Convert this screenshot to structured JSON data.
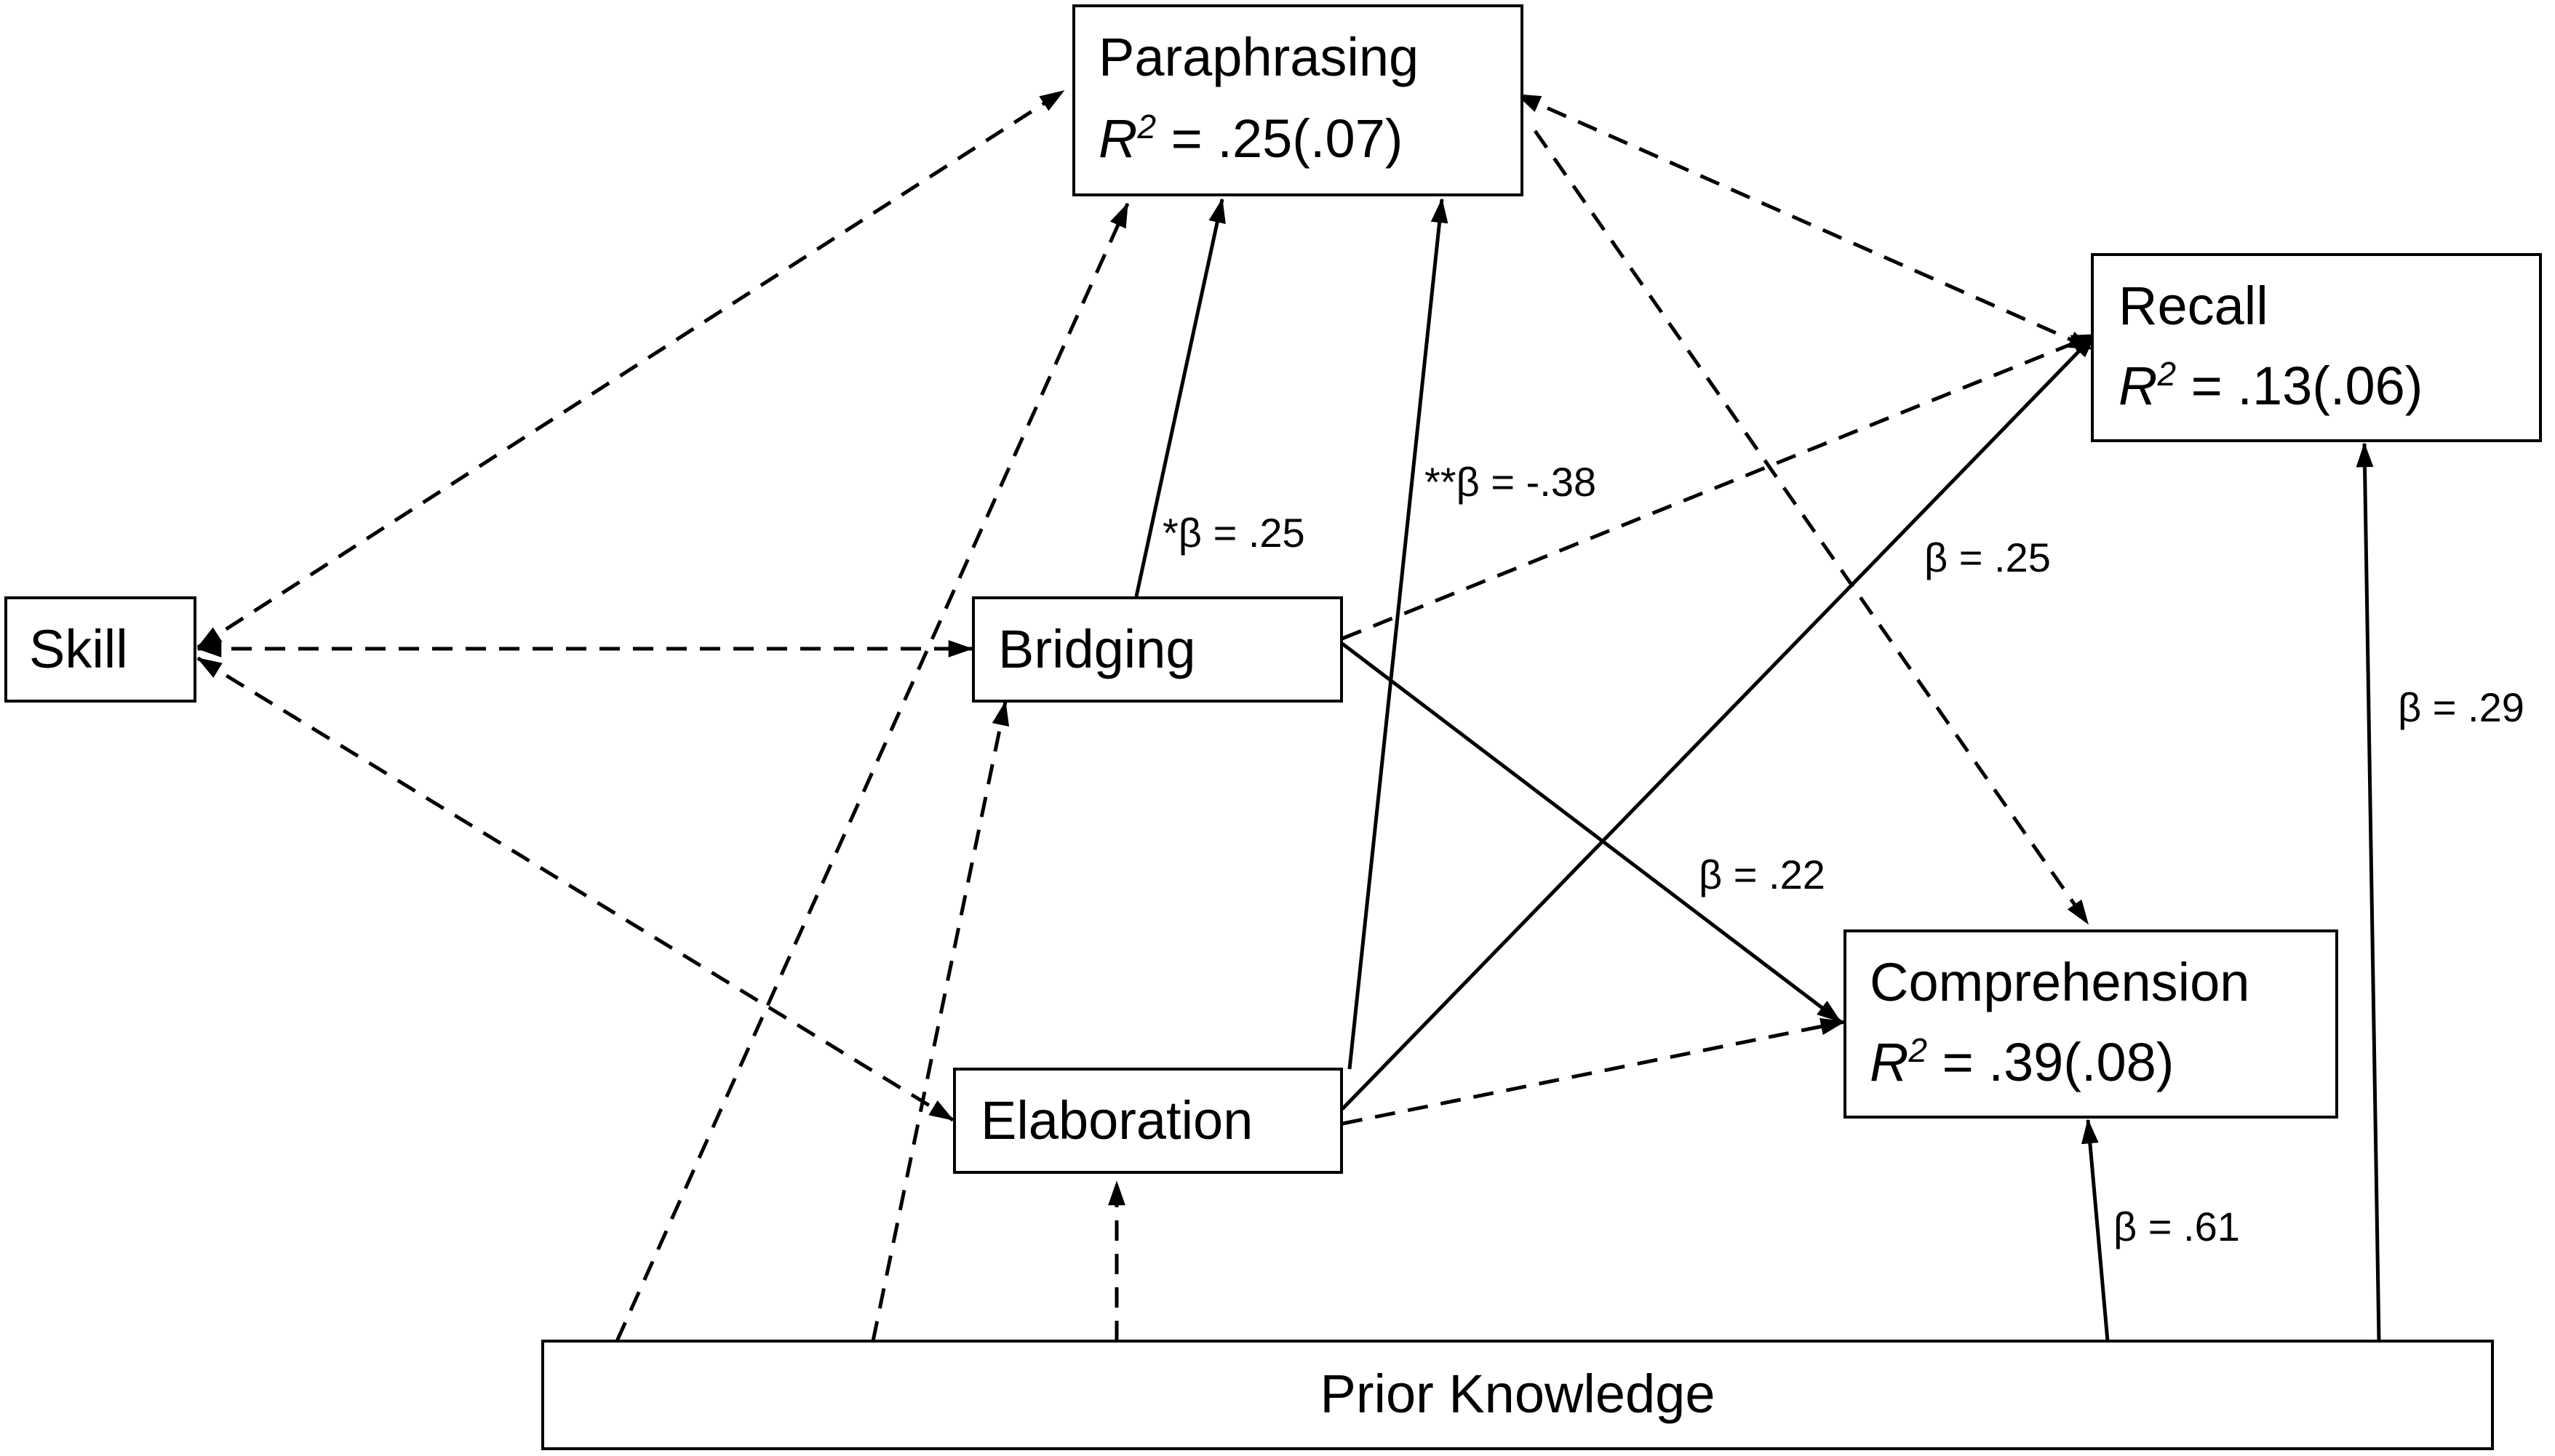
{
  "nodes": {
    "paraphrasing": {
      "label": "Paraphrasing",
      "r2_symbol": "R",
      "r2_superscript": "2",
      "r2_value": " = .25(.07)"
    },
    "recall": {
      "label": "Recall",
      "r2_symbol": "R",
      "r2_superscript": "2",
      "r2_value": " = .13(.06)"
    },
    "skill": {
      "label": "Skill"
    },
    "bridging": {
      "label": "Bridging"
    },
    "elaboration": {
      "label": "Elaboration"
    },
    "comprehension": {
      "label": "Comprehension",
      "r2_symbol": "R",
      "r2_superscript": "2",
      "r2_value": " = .39(.08)"
    },
    "prior_knowledge": {
      "label": "Prior Knowledge"
    }
  },
  "coefficients": {
    "bridging_paraphrasing": "*β = .25",
    "elaboration_paraphrasing": "**β = -.38",
    "elaboration_recall": "β = .25",
    "prior_knowledge_recall": "β = .29",
    "bridging_comprehension": "β = .22",
    "prior_knowledge_comprehension": "β = .61"
  },
  "edges": [
    {
      "from": "skill",
      "to": "paraphrasing",
      "style": "dashed"
    },
    {
      "from": "skill",
      "to": "bridging",
      "style": "dashed"
    },
    {
      "from": "skill",
      "to": "elaboration",
      "style": "dashed"
    },
    {
      "from": "bridging",
      "to": "paraphrasing",
      "style": "solid"
    },
    {
      "from": "elaboration",
      "to": "paraphrasing",
      "style": "solid"
    },
    {
      "from": "elaboration",
      "to": "recall",
      "style": "solid"
    },
    {
      "from": "bridging",
      "to": "comprehension",
      "style": "solid"
    },
    {
      "from": "prior_knowledge",
      "to": "comprehension",
      "style": "solid"
    },
    {
      "from": "prior_knowledge",
      "to": "recall",
      "style": "solid"
    },
    {
      "from": "paraphrasing",
      "to": "recall",
      "style": "dashed"
    },
    {
      "from": "paraphrasing",
      "to": "comprehension",
      "style": "dashed"
    },
    {
      "from": "bridging",
      "to": "recall",
      "style": "dashed"
    },
    {
      "from": "elaboration",
      "to": "comprehension",
      "style": "dashed"
    },
    {
      "from": "prior_knowledge",
      "to": "paraphrasing",
      "style": "dashed"
    },
    {
      "from": "prior_knowledge",
      "to": "bridging",
      "style": "dashed"
    },
    {
      "from": "prior_knowledge",
      "to": "elaboration",
      "style": "dashed"
    }
  ]
}
